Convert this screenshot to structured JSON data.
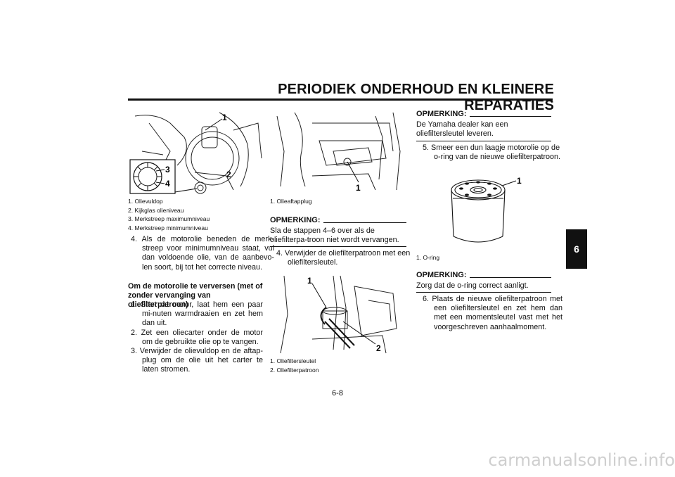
{
  "header": {
    "title": "PERIODIEK ONDERHOUD EN KLEINERE REPARATIES"
  },
  "chapter_tab": "6",
  "page_number": "6-8",
  "watermark": "carmanualsonline.info",
  "col1": {
    "figure_callouts": [
      "1",
      "2",
      "3",
      "4"
    ],
    "captions": [
      "1. Olievuldop",
      "2. Kijkglas olieniveau",
      "3. Merkstreep maximumniveau",
      "4. Merkstreep minimumniveau"
    ],
    "step4": "4. Als de motorolie beneden de merk-streep voor minimumniveau staat, vul dan voldoende olie, van de aanbevo-len soort, bij tot het correcte niveau.",
    "heading": "Om de motorolie te verversen (met of zonder vervanging van oliefilterpatroon)",
    "steps": [
      "1. Start de motor, laat hem een paar mi-nuten warmdraaien en zet hem dan uit.",
      "2. Zet een oliecarter onder de motor om de gebruikte olie op te vangen.",
      "3. Verwijder de olievuldop en de aftap-plug om de olie uit het carter te laten stromen."
    ]
  },
  "col2": {
    "figure1_callouts": [
      "1"
    ],
    "figure1_captions": [
      "1. Olieaftapplug"
    ],
    "note_label": "OPMERKING:",
    "note_text": "Sla de stappen 4–6 over als de oliefilterpa-troon niet wordt vervangen.",
    "step4": "4. Verwijder de oliefilterpatroon met een oliefiltersleutel.",
    "figure2_callouts": [
      "1",
      "2"
    ],
    "figure2_captions": [
      "1. Oliefiltersleutel",
      "2. Oliefilterpatroon"
    ]
  },
  "col3": {
    "note1_label": "OPMERKING:",
    "note1_text": "De Yamaha dealer kan een oliefiltersleutel leveren.",
    "step5": "5. Smeer een dun laagje motorolie op de o-ring van de nieuwe oliefilterpatroon.",
    "figure_callouts": [
      "1"
    ],
    "figure_captions": [
      "1. O-ring"
    ],
    "note2_label": "OPMERKING:",
    "note2_text": "Zorg dat de o-ring correct aanligt.",
    "step6": "6. Plaats de nieuwe oliefilterpatroon met een oliefiltersleutel en zet hem dan met een momentsleutel vast met het voorgeschreven aanhaalmoment."
  }
}
